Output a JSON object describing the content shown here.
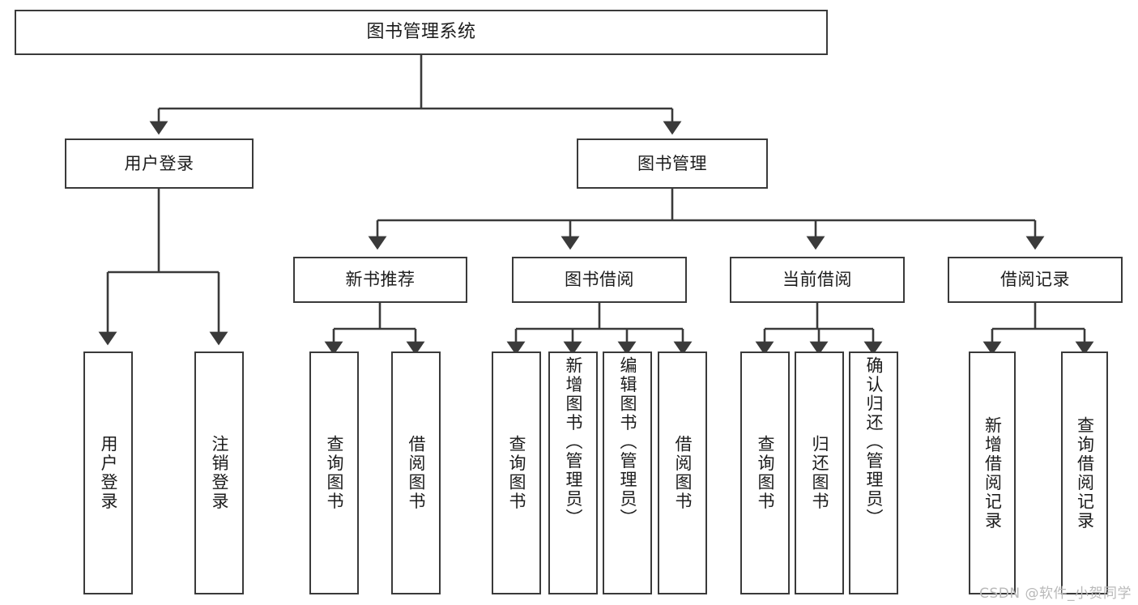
{
  "diagram": {
    "title": "图书管理系统",
    "type": "hierarchy-tree",
    "watermark": "CSDN @软件_小贺同学",
    "accent_color": "#3a3a3a",
    "background_color": "#ffffff",
    "nodes": {
      "root": {
        "label": "图书管理系统"
      },
      "level2": [
        {
          "id": "user-login",
          "label": "用户登录"
        },
        {
          "id": "book-management",
          "label": "图书管理"
        }
      ],
      "level3": [
        {
          "id": "new-book-recommend",
          "label": "新书推荐"
        },
        {
          "id": "book-borrow",
          "label": "图书借阅"
        },
        {
          "id": "current-borrow",
          "label": "当前借阅"
        },
        {
          "id": "borrow-record",
          "label": "借阅记录"
        }
      ],
      "leaves": {
        "user_login": [
          {
            "id": "leaf-user-login",
            "label": "用户登录"
          },
          {
            "id": "leaf-logout",
            "label": "注销登录"
          }
        ],
        "new_book_recommend": [
          {
            "id": "leaf-query-book-1",
            "label": "查询图书"
          },
          {
            "id": "leaf-borrow-book-1",
            "label": "借阅图书"
          }
        ],
        "book_borrow": [
          {
            "id": "leaf-query-book-2",
            "label": "查询图书"
          },
          {
            "id": "leaf-add-book",
            "label": "新增图书（管理员）"
          },
          {
            "id": "leaf-edit-book",
            "label": "编辑图书（管理员）"
          },
          {
            "id": "leaf-borrow-book-2",
            "label": "借阅图书"
          }
        ],
        "current_borrow": [
          {
            "id": "leaf-query-book-3",
            "label": "查询图书"
          },
          {
            "id": "leaf-return-book",
            "label": "归还图书"
          },
          {
            "id": "leaf-confirm-return",
            "label": "确认归还（管理员）"
          }
        ],
        "borrow_record": [
          {
            "id": "leaf-add-record",
            "label": "新增借阅记录"
          },
          {
            "id": "leaf-query-record",
            "label": "查询借阅记录"
          }
        ]
      }
    }
  }
}
